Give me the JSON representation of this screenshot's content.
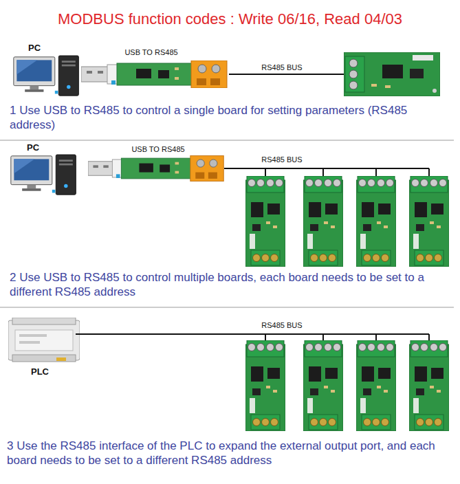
{
  "diagram": {
    "title": "MODBUS function codes : Write 06/16, Read 04/03",
    "labels": [
      "PC",
      "USB TO RS485",
      "RS485 BUS",
      "1 Use USB to RS485 to control a single board for setting parameters (RS485 address)",
      "PC",
      "USB TO RS485",
      "RS485 BUS",
      "2 Use USB to RS485 to control multiple boards, each board needs to be set to a different RS485 address",
      "RS485 BUS",
      "PLC",
      "3 Use the RS485 interface of the PLC to expand the external output port, and each board needs to be set to a different RS485 address"
    ]
  }
}
